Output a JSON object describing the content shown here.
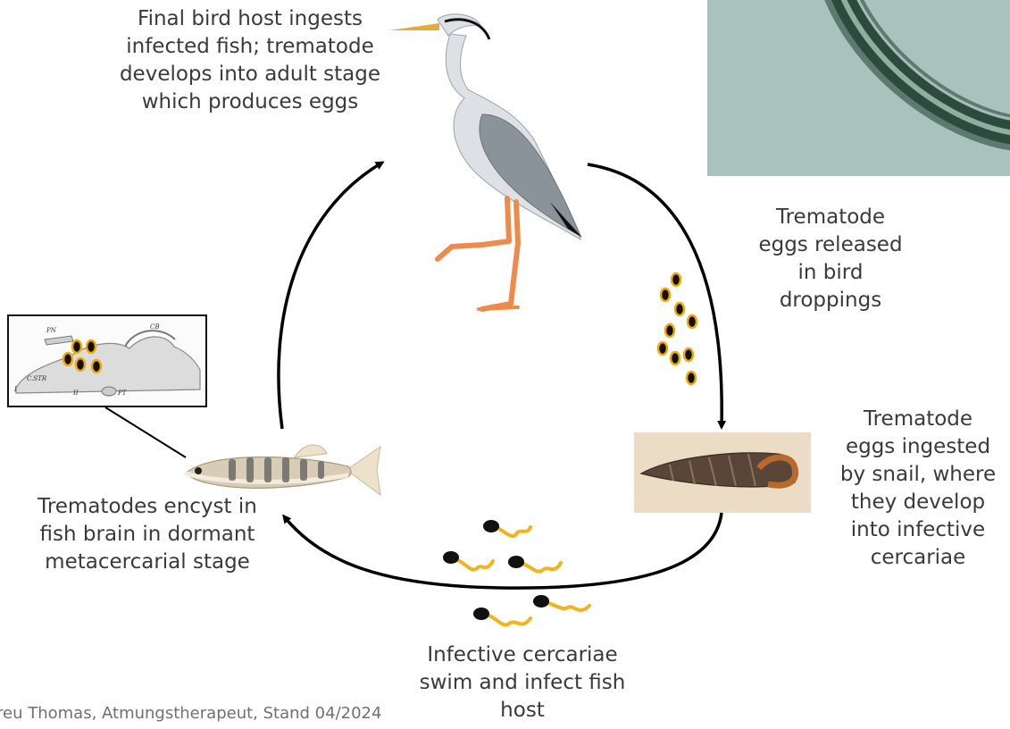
{
  "labels": {
    "bird": [
      "Final bird host ingests",
      "infected fish; trematode",
      "develops into adult stage",
      "which produces eggs"
    ],
    "eggs": [
      "Trematode",
      "eggs released",
      "in bird",
      "droppings"
    ],
    "snail": [
      "Trematode",
      "eggs ingested",
      "by snail, where",
      "they develop",
      "into infective",
      "cercariae"
    ],
    "fish": [
      "Trematodes encyst in",
      "fish brain in dormant",
      "metacercarial stage"
    ],
    "cercariae": [
      "Infective cercariae",
      "swim and infect fish",
      "host"
    ]
  },
  "footer": "reu Thomas, Atmungstherapeut, Stand 04/2024",
  "brain_sketch_labels": [
    "PN",
    "CB",
    "C.STR",
    "II",
    "PT",
    "I"
  ],
  "colors": {
    "arrow": "#000000",
    "egg_fill": "#111111",
    "egg_ring": "#f2a900",
    "tail": "#f2b418",
    "heron_body": "#dde1e6",
    "heron_wing": "#8a939a",
    "heron_legs": "#f08a4b",
    "micro_bg": "#a9c2bd",
    "micro_band": "#2c4a3e"
  },
  "icons": [
    "heron-icon",
    "snail-icon",
    "fish-icon",
    "brain-sketch-icon",
    "microscope-photo"
  ]
}
